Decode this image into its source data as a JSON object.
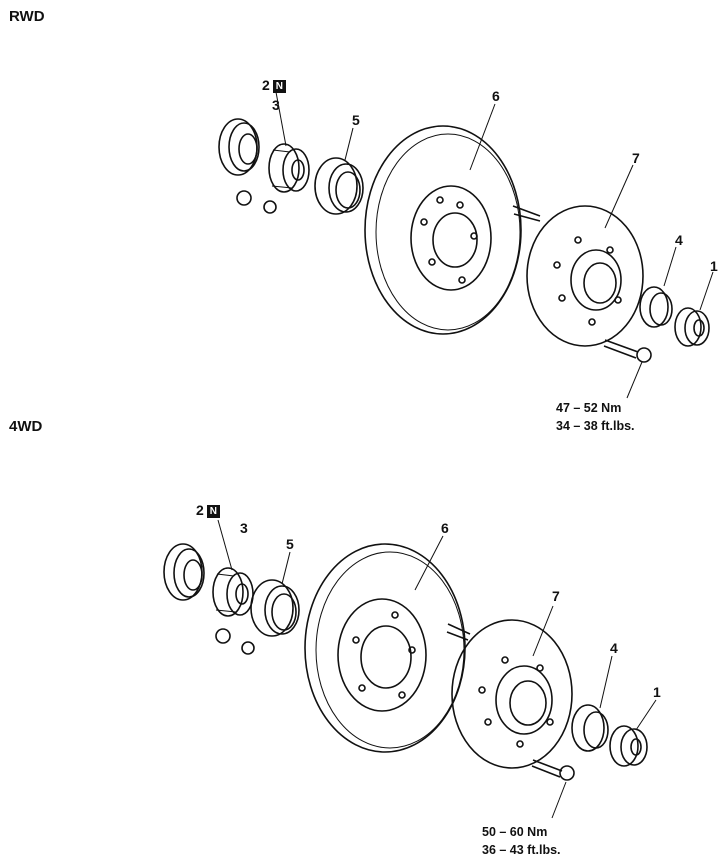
{
  "rwd": {
    "title": "RWD",
    "labels": {
      "p1": "1",
      "p2": "2",
      "p2_badge": "N",
      "p3": "3",
      "p4": "4",
      "p5": "5",
      "p6": "6",
      "p7": "7"
    },
    "torque_nm": "47 – 52  Nm",
    "torque_ft": "34 – 38  ft.lbs."
  },
  "fourwd": {
    "title": "4WD",
    "labels": {
      "p1": "1",
      "p2": "2",
      "p2_badge": "N",
      "p3": "3",
      "p4": "4",
      "p5": "5",
      "p6": "6",
      "p7": "7"
    },
    "torque_nm": "50 – 60  Nm",
    "torque_ft": "36 – 43  ft.lbs."
  }
}
